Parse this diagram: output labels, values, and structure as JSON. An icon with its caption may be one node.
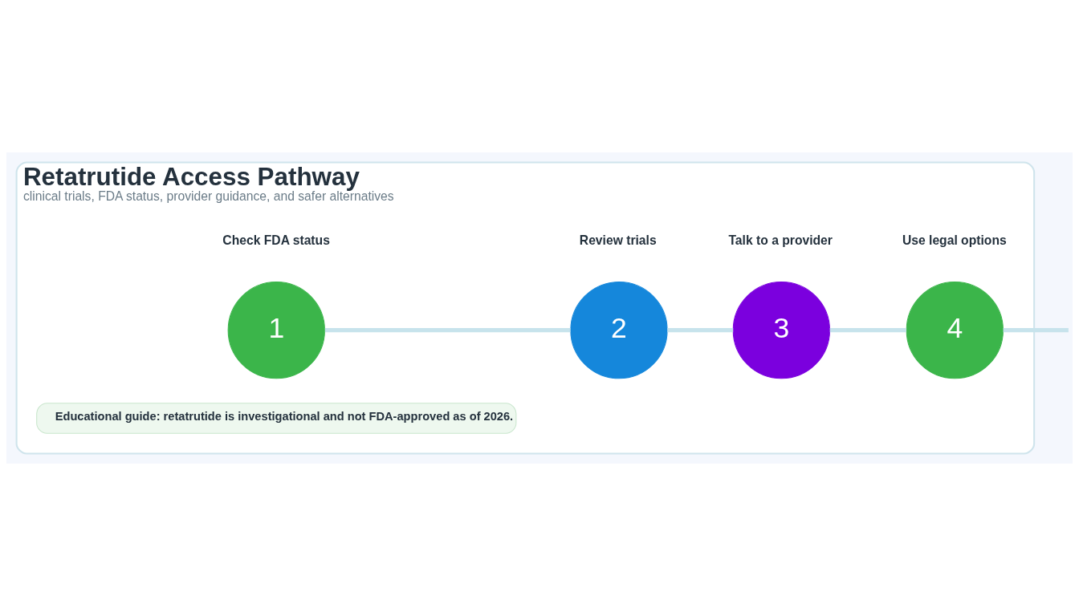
{
  "diagram": {
    "nodes": [
      {
        "text": [
          "Retatrutide Access Pathway",
          "clinical trials, FDA status, provider guidance, and safer alternatives"
        ]
      },
      {
        "text": [
          "1"
        ],
        "beside": [
          "Check FDA status"
        ],
        "in": 0
      },
      {
        "text": [
          "2"
        ],
        "beside": [
          "Review trials"
        ],
        "in": 0
      },
      {
        "text": [
          "3"
        ],
        "beside": [
          "Talk to a provider"
        ],
        "in": 0
      },
      {
        "text": [
          "4"
        ],
        "beside": [
          "Use legal options"
        ],
        "in": 0
      },
      {
        "text": [
          "Educational guide: retatrutide is investigational and not FDA-approved as of 2026."
        ],
        "in": 0
      }
    ],
    "edges": [
      {
        "from": 1,
        "to": 2,
        "arrow": "none"
      },
      {
        "from": 2,
        "to": 3,
        "arrow": "none"
      },
      {
        "from": 3,
        "to": 4,
        "arrow": "none"
      },
      {
        "from": 4,
        "to": null,
        "arrow": "none"
      }
    ]
  }
}
